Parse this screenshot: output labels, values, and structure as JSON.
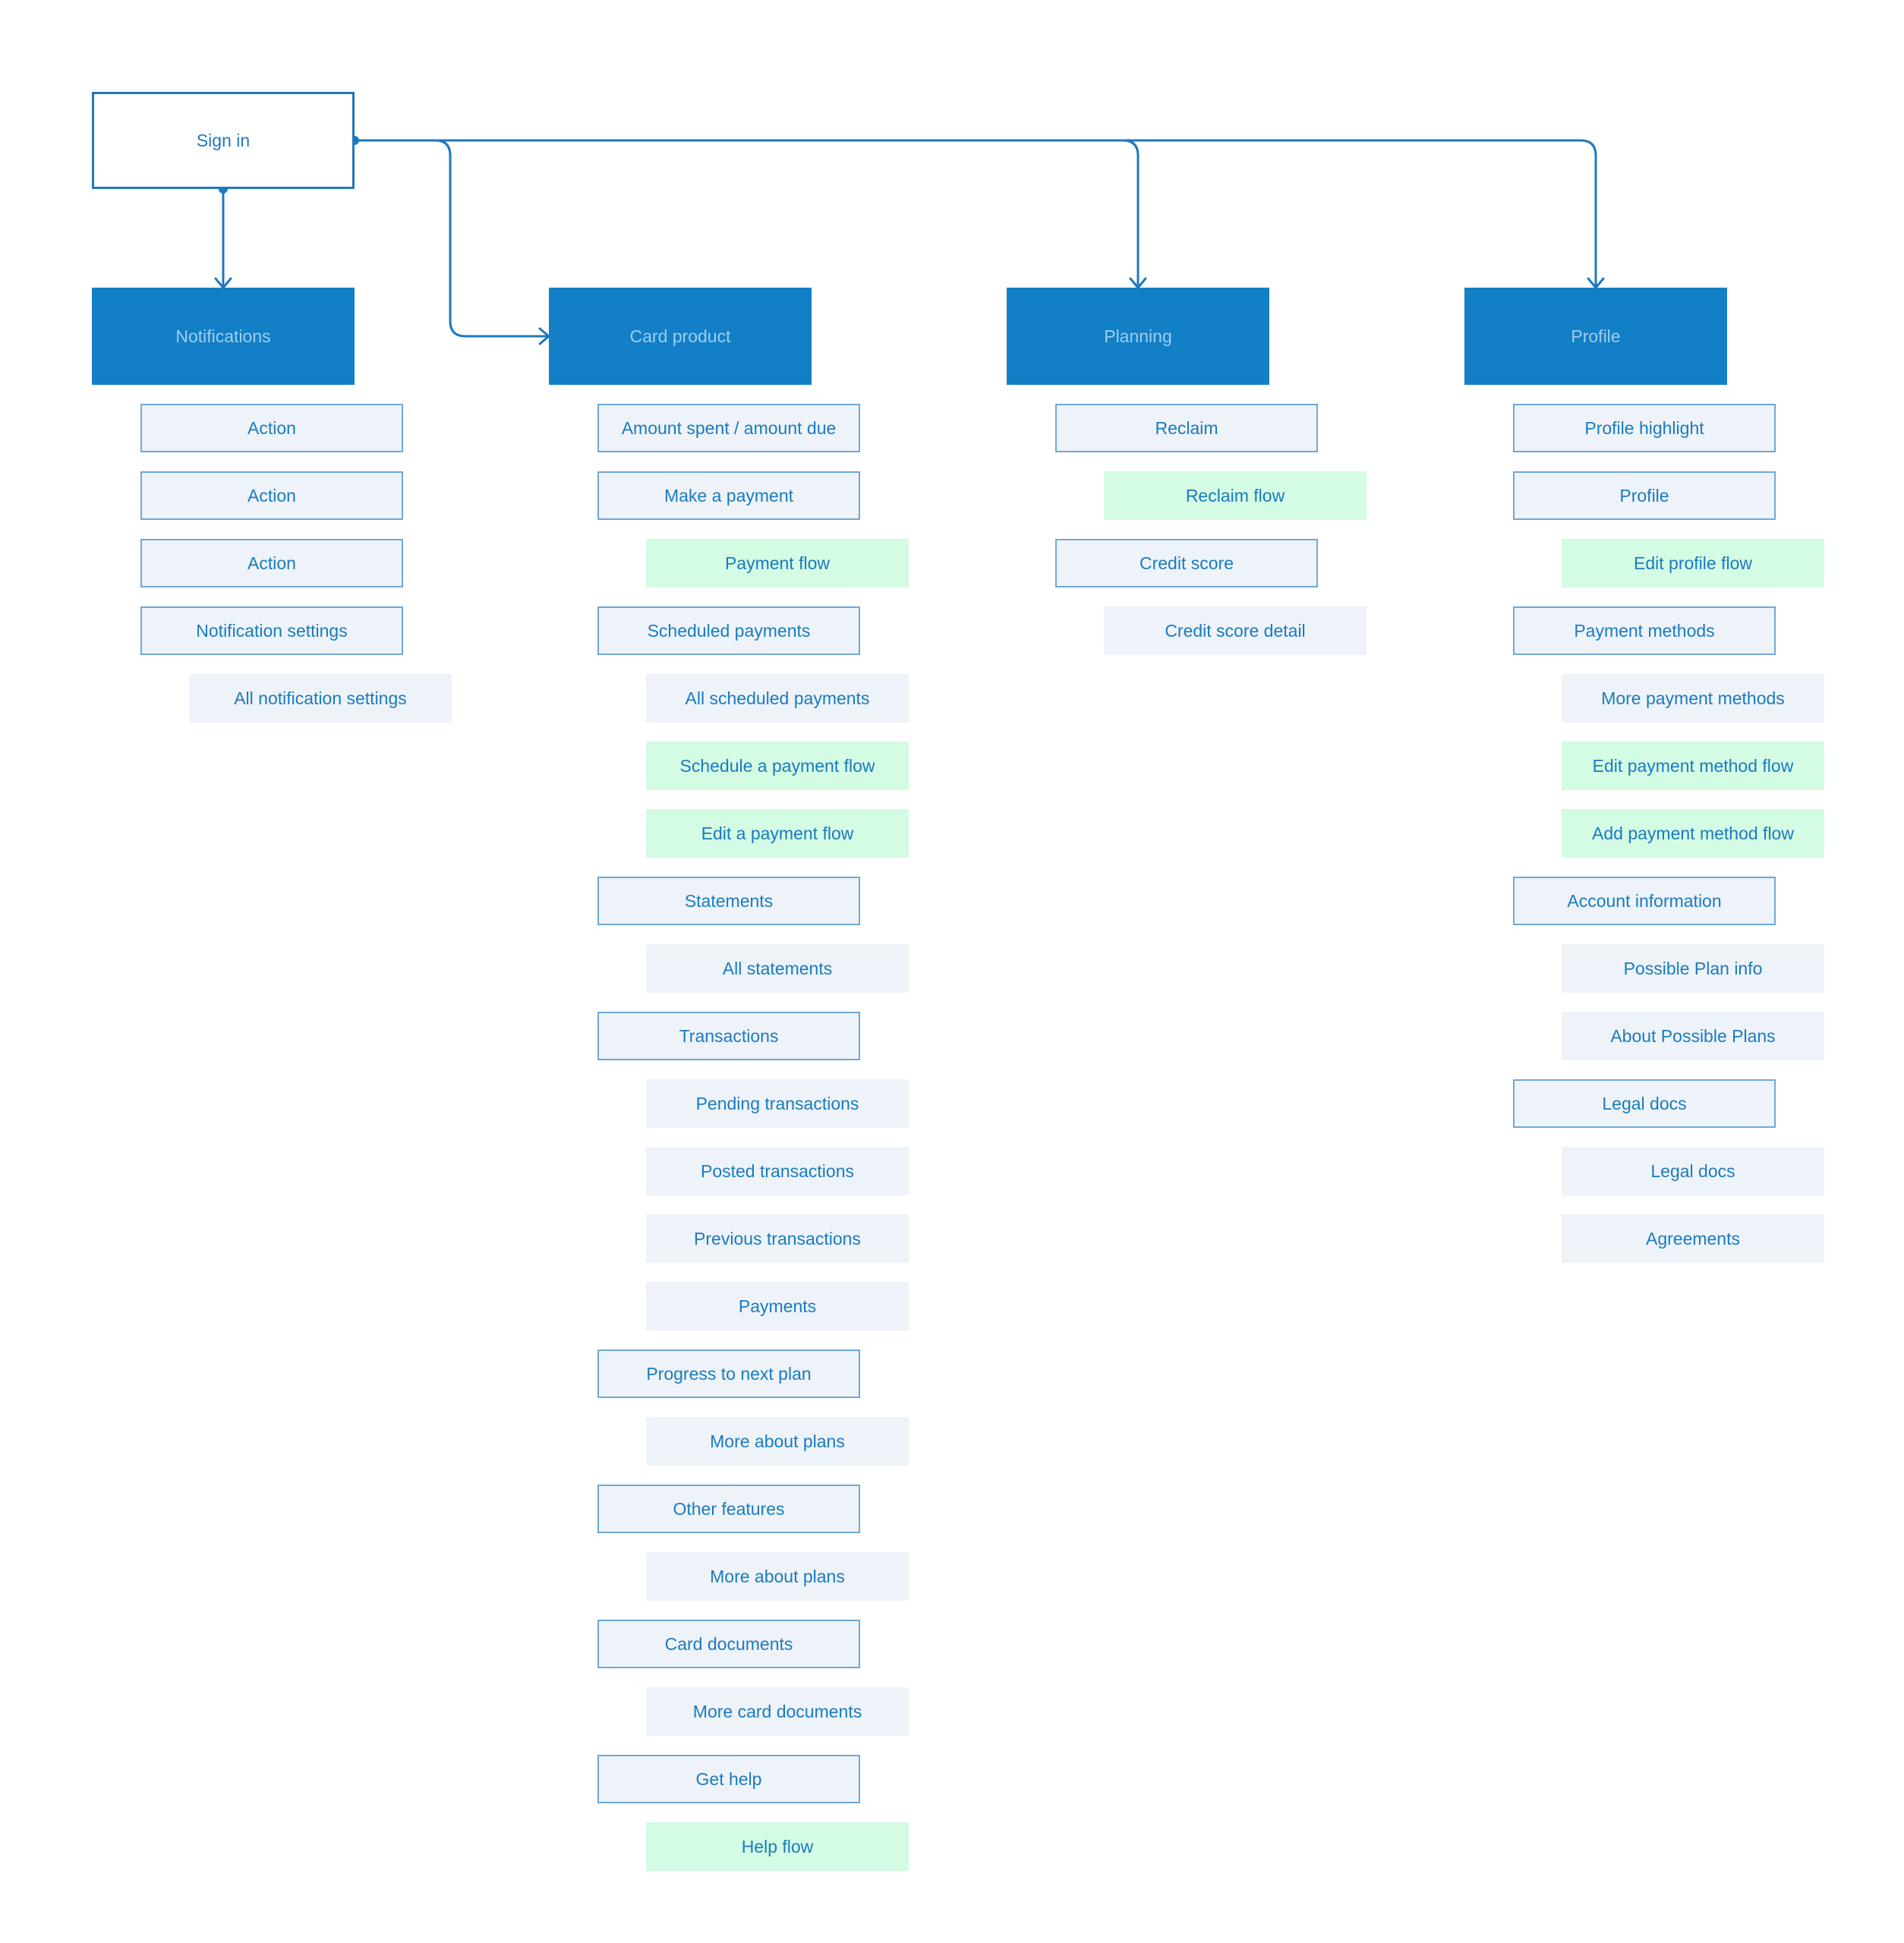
{
  "start": {
    "label": "Sign in"
  },
  "colors": {
    "connector": "#1f78bd",
    "section_fill": "#127fc6",
    "section_text": "#9fcdee",
    "page_fill": "#eef3f9",
    "page_border": "#6fa8d6",
    "flow_fill": "#d4fbe3",
    "node_text": "#1a7bbf"
  },
  "columns": [
    {
      "section": "Notifications",
      "items": [
        {
          "label": "Action",
          "kind": "page"
        },
        {
          "label": "Action",
          "kind": "page"
        },
        {
          "label": "Action",
          "kind": "page"
        },
        {
          "label": "Notification settings",
          "kind": "page"
        },
        {
          "label": "All notification settings",
          "kind": "sub"
        }
      ]
    },
    {
      "section": "Card product",
      "items": [
        {
          "label": "Amount spent / amount due",
          "kind": "page"
        },
        {
          "label": "Make a payment",
          "kind": "page"
        },
        {
          "label": "Payment flow",
          "kind": "flow"
        },
        {
          "label": "Scheduled payments",
          "kind": "page"
        },
        {
          "label": "All scheduled payments",
          "kind": "sub"
        },
        {
          "label": "Schedule a payment flow",
          "kind": "flow"
        },
        {
          "label": "Edit a payment flow",
          "kind": "flow"
        },
        {
          "label": "Statements",
          "kind": "page"
        },
        {
          "label": "All statements",
          "kind": "sub"
        },
        {
          "label": "Transactions",
          "kind": "page"
        },
        {
          "label": "Pending transactions",
          "kind": "sub"
        },
        {
          "label": "Posted transactions",
          "kind": "sub"
        },
        {
          "label": "Previous transactions",
          "kind": "sub"
        },
        {
          "label": "Payments",
          "kind": "sub"
        },
        {
          "label": "Progress to next plan",
          "kind": "page"
        },
        {
          "label": "More about plans",
          "kind": "sub"
        },
        {
          "label": "Other features",
          "kind": "page"
        },
        {
          "label": "More about plans",
          "kind": "sub"
        },
        {
          "label": "Card documents",
          "kind": "page"
        },
        {
          "label": "More card documents",
          "kind": "sub"
        },
        {
          "label": "Get help",
          "kind": "page"
        },
        {
          "label": "Help flow",
          "kind": "flow"
        }
      ]
    },
    {
      "section": "Planning",
      "items": [
        {
          "label": "Reclaim",
          "kind": "page"
        },
        {
          "label": "Reclaim flow",
          "kind": "flow"
        },
        {
          "label": "Credit score",
          "kind": "page"
        },
        {
          "label": "Credit score detail",
          "kind": "sub"
        }
      ]
    },
    {
      "section": "Profile",
      "items": [
        {
          "label": "Profile highlight",
          "kind": "page"
        },
        {
          "label": "Profile",
          "kind": "page"
        },
        {
          "label": "Edit profile flow",
          "kind": "flow"
        },
        {
          "label": "Payment methods",
          "kind": "page"
        },
        {
          "label": "More payment methods",
          "kind": "sub"
        },
        {
          "label": "Edit payment method flow",
          "kind": "flow"
        },
        {
          "label": "Add payment method flow",
          "kind": "flow"
        },
        {
          "label": "Account information",
          "kind": "page"
        },
        {
          "label": "Possible Plan info",
          "kind": "sub"
        },
        {
          "label": "About Possible Plans",
          "kind": "sub"
        },
        {
          "label": "Legal docs",
          "kind": "page"
        },
        {
          "label": "Legal docs",
          "kind": "sub"
        },
        {
          "label": "Agreements",
          "kind": "sub"
        }
      ]
    }
  ]
}
